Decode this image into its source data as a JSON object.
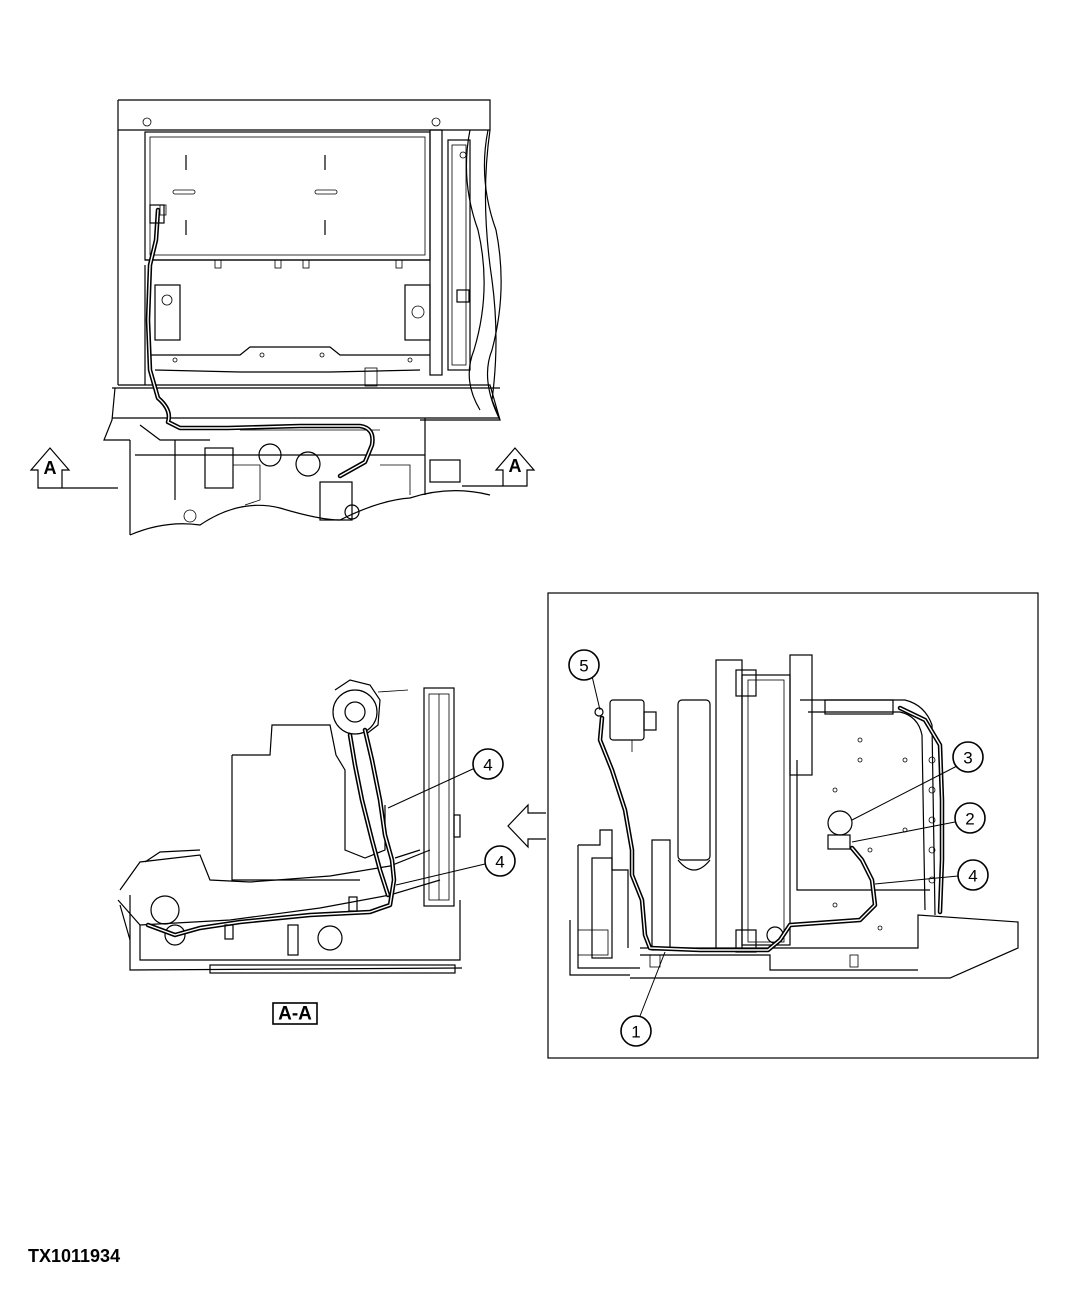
{
  "view_arrows": {
    "left": "A",
    "right": "A"
  },
  "section_label": "A-A",
  "callouts": {
    "section": [
      "4",
      "4"
    ],
    "detail": [
      "5",
      "3",
      "2",
      "4",
      "1"
    ]
  },
  "figure_id": "TX1011934"
}
